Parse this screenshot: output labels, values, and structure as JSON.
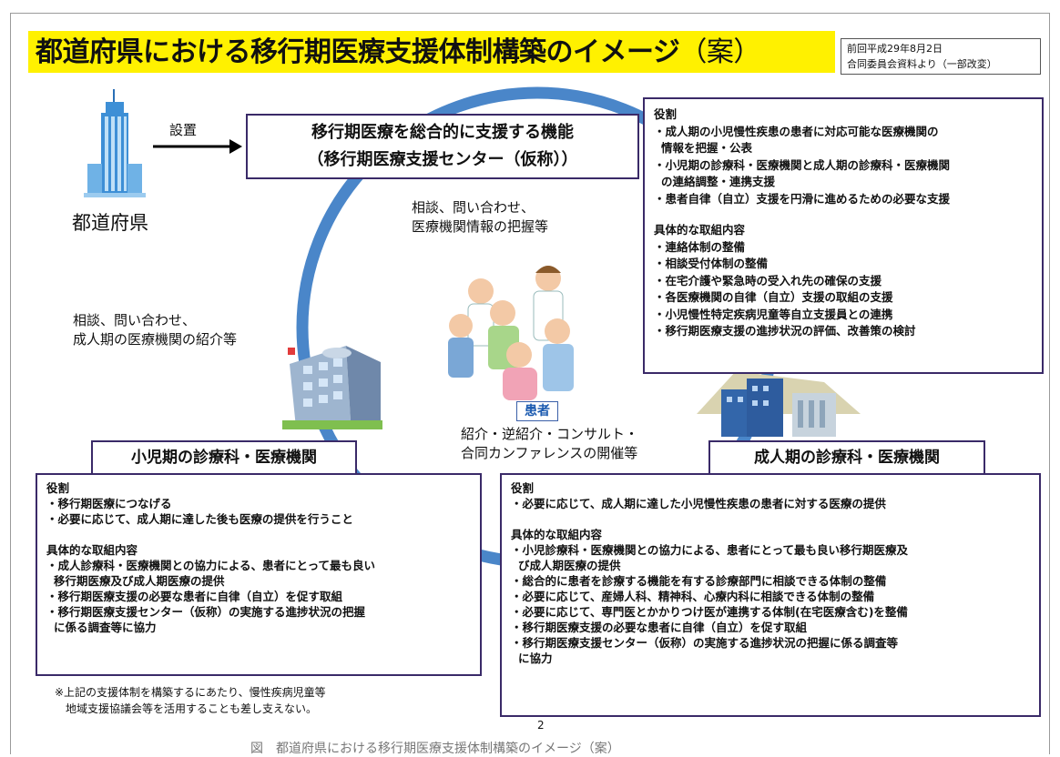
{
  "title": {
    "main": "都道府県における移行期医療支援体制構築のイメージ",
    "suffix": "（案）"
  },
  "reference_note": {
    "line1": "前回平成29年8月2日",
    "line2": "合同委員会資料より（一部改変）"
  },
  "prefecture": {
    "label": "都道府県",
    "arrow_label": "設置"
  },
  "center_function": {
    "line1": "移行期医療を総合的に支援する機能",
    "line2": "（移行期医療支援センター（仮称））"
  },
  "center_roles": {
    "role_heading": "役割",
    "roles": [
      "・成人期の小児慢性疾患の患者に対応可能な医療機関の",
      "情報を把握・公表",
      "・小児期の診療科・医療機関と成人期の診療科・医療機関",
      "の連絡調整・連携支援",
      "・患者自律（自立）支援を円滑に進めるための必要な支援"
    ],
    "activity_heading": "具体的な取組内容",
    "activities": [
      "・連絡体制の整備",
      "・相談受付体制の整備",
      "・在宅介護や緊急時の受入れ先の確保の支援",
      "・各医療機関の自律（自立）支援の取組の支援",
      "・小児慢性特定疾病児童等自立支援員との連携",
      "・移行期医療支援の進捗状況の評価、改善策の検討"
    ]
  },
  "flows": {
    "center_to_patient": {
      "line1": "相談、問い合わせ、",
      "line2": "医療機関情報の把握等"
    },
    "pediatric_to_center": {
      "line1": "相談、問い合わせ、",
      "line2": "成人期の医療機関の紹介等"
    },
    "between_institutions": {
      "line1": "紹介・逆紹介・コンサルト・",
      "line2": "合同カンファレンスの開催等"
    }
  },
  "patient": {
    "label": "患者"
  },
  "pediatric": {
    "label": "小児期の診療科・医療機関",
    "role_heading": "役割",
    "roles": [
      "・移行期医療につなげる",
      "・必要に応じて、成人期に達した後も医療の提供を行うこと"
    ],
    "activity_heading": "具体的な取組内容",
    "activities": [
      "・成人診療科・医療機関との協力による、患者にとって最も良い",
      "移行期医療及び成人期医療の提供",
      "・移行期医療支援の必要な患者に自律（自立）を促す取組",
      "・移行期医療支援センター（仮称）の実施する進捗状況の把握",
      "に係る調査等に協力"
    ]
  },
  "adult": {
    "label": "成人期の診療科・医療機関",
    "role_heading": "役割",
    "roles": [
      "・必要に応じて、成人期に達した小児慢性疾患の患者に対する医療の提供"
    ],
    "activity_heading": "具体的な取組内容",
    "activities": [
      "・小児診療科・医療機関との協力による、患者にとって最も良い移行期医療及",
      "び成人期医療の提供",
      "・総合的に患者を診療する機能を有する診療部門に相談できる体制の整備",
      "・必要に応じて、産婦人科、精神科、心療内科に相談できる体制の整備",
      "・必要に応じて、専門医とかかりつけ医が連携する体制(在宅医療含む)を整備",
      "・移行期医療支援の必要な患者に自律（自立）を促す取組",
      "・移行期医療支援センター（仮称）の実施する進捗状況の把握に係る調査等",
      "に協力"
    ]
  },
  "footnote": {
    "line1": "※上記の支援体制を構築するにあたり、慢性疾病児童等",
    "line2": "地域支援協議会等を活用することも差し支えない。"
  },
  "page_number": "2",
  "caption": "図　都道府県における移行期医療支援体制構築のイメージ（案）",
  "colors": {
    "title_bar": "#fff100",
    "box_border": "#3a2a68",
    "circle": "#4a86c9",
    "patient_label": "#1c5bb0"
  }
}
